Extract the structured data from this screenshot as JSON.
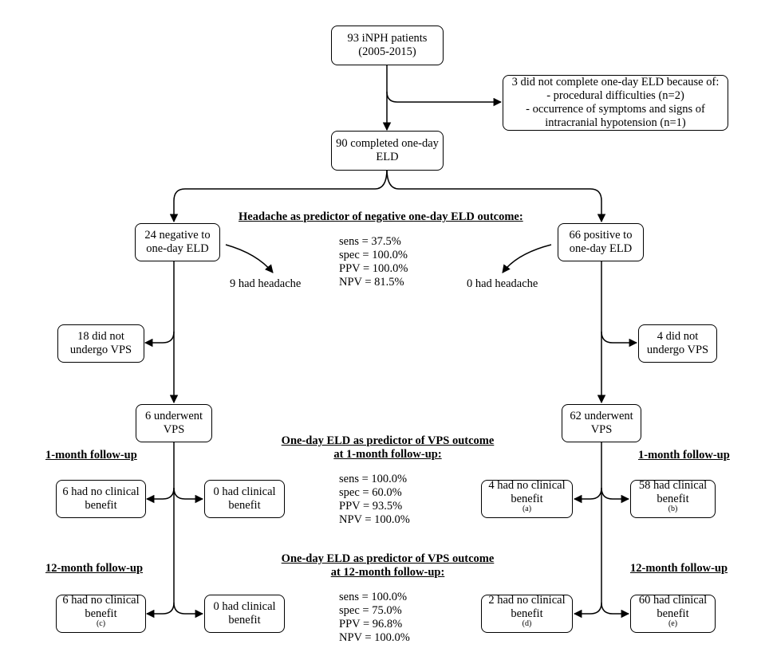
{
  "root": {
    "line1": "93 iNPH patients",
    "line2": "(2005-2015)"
  },
  "excluded": {
    "line1": "3 did not complete one-day ELD because of:",
    "line2": "- procedural difficulties (n=2)",
    "line3": "- occurrence of symptoms and signs of",
    "line4": "intracranial hypotension (n=1)"
  },
  "completed": {
    "line1": "90 completed one-day",
    "line2": "ELD"
  },
  "negative": {
    "line1": "24 negative to",
    "line2": "one-day ELD"
  },
  "positive": {
    "line1": "66 positive to",
    "line2": "one-day ELD"
  },
  "neg_headache": "9 had headache",
  "pos_headache": "0 had headache",
  "headache_stats": {
    "title": "Headache as predictor of negative one-day ELD outcome:",
    "sens": "sens = 37.5%",
    "spec": "spec = 100.0%",
    "ppv": "PPV = 100.0%",
    "npv": "NPV = 81.5%"
  },
  "neg_no_vps": {
    "line1": "18 did not",
    "line2": "undergo VPS"
  },
  "pos_no_vps": {
    "line1": "4 did not",
    "line2": "undergo VPS"
  },
  "neg_vps": {
    "line1": "6 underwent",
    "line2": "VPS"
  },
  "pos_vps": {
    "line1": "62 underwent",
    "line2": "VPS"
  },
  "fu1_label_left": "1-month follow-up",
  "fu1_label_right": "1-month follow-up",
  "fu12_label_left": "12-month follow-up",
  "fu12_label_right": "12-month follow-up",
  "stats_1m": {
    "title1": "One-day ELD as predictor of VPS outcome",
    "title2": "at 1-month follow-up:",
    "sens": "sens = 100.0%",
    "spec": "spec = 60.0%",
    "ppv": "PPV = 93.5%",
    "npv": "NPV = 100.0%"
  },
  "stats_12m": {
    "title1": "One-day ELD as predictor of VPS outcome",
    "title2": "at 12-month follow-up:",
    "sens": "sens = 100.0%",
    "spec": "spec = 75.0%",
    "ppv": "PPV = 96.8%",
    "npv": "NPV = 100.0%"
  },
  "n1m_no": {
    "line1": "6 had no clinical",
    "line2": "benefit",
    "sup": ""
  },
  "n1m_yes": {
    "line1": "0 had clinical",
    "line2": "benefit",
    "sup": ""
  },
  "p1m_no": {
    "line1": "4 had no clinical",
    "line2": "benefit",
    "sup": "(a)"
  },
  "p1m_yes": {
    "line1": "58 had clinical",
    "line2": "benefit",
    "sup": "(b)"
  },
  "n12m_no": {
    "line1": "6 had no clinical",
    "line2": "benefit",
    "sup": "(c)"
  },
  "n12m_yes": {
    "line1": "0 had clinical",
    "line2": "benefit",
    "sup": ""
  },
  "p12m_no": {
    "line1": "2 had no clinical",
    "line2": "benefit",
    "sup": "(d)"
  },
  "p12m_yes": {
    "line1": "60 had clinical",
    "line2": "benefit",
    "sup": "(e)"
  }
}
